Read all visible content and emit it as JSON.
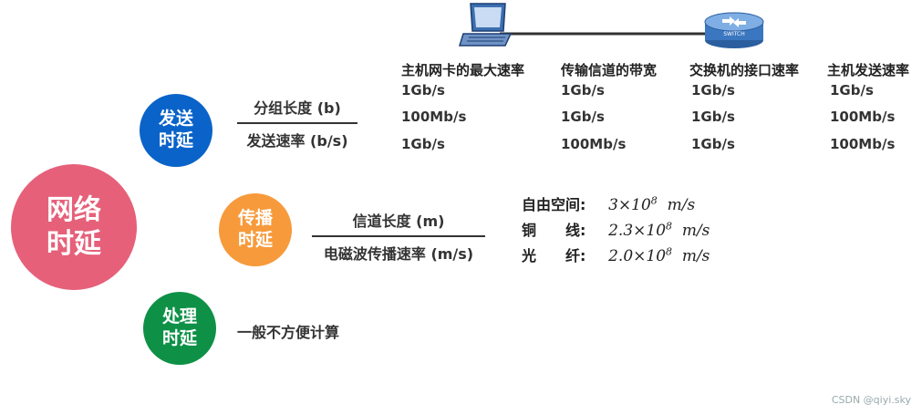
{
  "main": {
    "label_line1": "网络",
    "label_line2": "时延",
    "color": "#e6607a"
  },
  "transmission": {
    "label_line1": "发送",
    "label_line2": "时延",
    "color": "#0a63c9",
    "numerator": "分组长度 (b)",
    "denominator": "发送速率 (b/s)",
    "table": {
      "headers": [
        "主机网卡的最大速率",
        "传输信道的带宽",
        "交换机的接口速率",
        "主机发送速率"
      ],
      "rows": [
        [
          "1Gb/s",
          "1Gb/s",
          "1Gb/s",
          "1Gb/s"
        ],
        [
          "100Mb/s",
          "1Gb/s",
          "1Gb/s",
          "100Mb/s"
        ],
        [
          "1Gb/s",
          "100Mb/s",
          "1Gb/s",
          "100Mb/s"
        ]
      ]
    },
    "topology": {
      "laptop_icon": "laptop-icon",
      "switch_icon": "switch-icon",
      "switch_label": "SWITCH"
    }
  },
  "propagation": {
    "label_line1": "传播",
    "label_line2": "时延",
    "color": "#f79a3b",
    "numerator": "信道长度 (m)",
    "denominator": "电磁波传播速率 (m/s)",
    "speeds": [
      {
        "medium": "自由空间:",
        "mantissa": "3×10",
        "exponent": "8",
        "unit": "m/s"
      },
      {
        "medium": "铜　　线:",
        "mantissa": "2.3×10",
        "exponent": "8",
        "unit": "m/s"
      },
      {
        "medium": "光　　纤:",
        "mantissa": "2.0×10",
        "exponent": "8",
        "unit": "m/s"
      }
    ]
  },
  "processing": {
    "label_line1": "处理",
    "label_line2": "时延",
    "color": "#0e9147",
    "note": "一般不方便计算"
  },
  "watermark": "CSDN @qiyi.sky"
}
